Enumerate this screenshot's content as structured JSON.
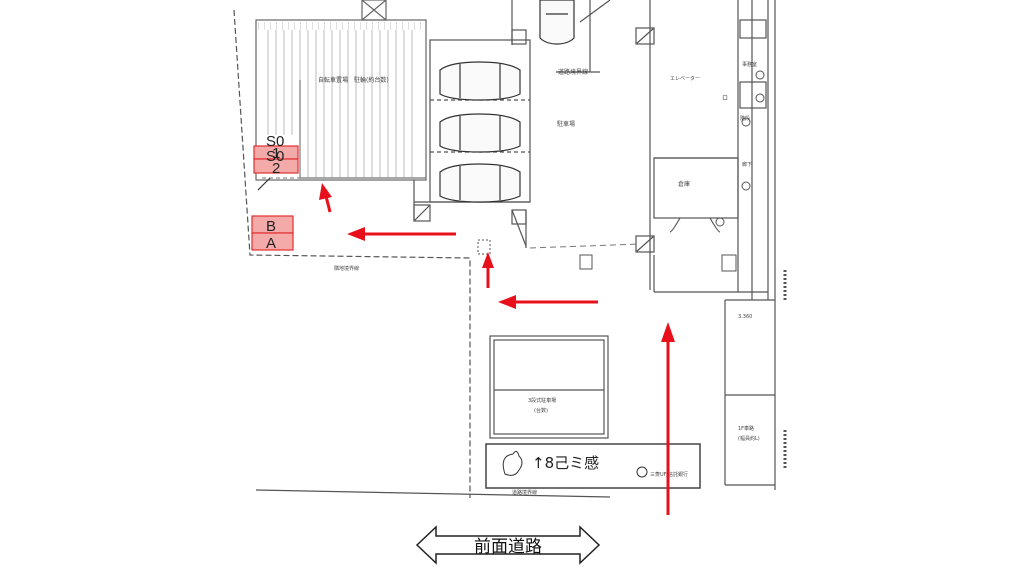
{
  "parking_slots": [
    {
      "id": "slot-s01",
      "label": "S01",
      "label_lines": [
        "S0",
        "1"
      ]
    },
    {
      "id": "slot-s02",
      "label": "S02",
      "label_lines": [
        "S0",
        "2"
      ]
    },
    {
      "id": "slot-b",
      "label": "B"
    },
    {
      "id": "slot-a",
      "label": "A"
    }
  ],
  "road": {
    "label": "前面道路"
  },
  "plan_labels": {
    "bicycle_parking": "自転車置場　駐輪(約台数)",
    "parking": "駐車場",
    "storage": "倉庫",
    "stair": "階段",
    "corridor": "廊下",
    "rack_parking": "3段式駐車場",
    "rack_parking_sub": "(台数)",
    "mark": "ロ",
    "road_boundary": "道路境界線",
    "side_boundary": "隣地境界線",
    "dimension": "3.360",
    "sign_text": "↑8己ミ感",
    "sign_brand": "三菱UFJ信託銀行",
    "right_top": "エレベーター",
    "right_mid": "事務室",
    "bottom_right": "1F車路",
    "bottom_right_sub": "(幅員約L)"
  },
  "colors": {
    "arrow": "#e8101a",
    "slot_fill": "#f5aaaa",
    "slot_stroke": "#e03030",
    "line": "#555555"
  }
}
